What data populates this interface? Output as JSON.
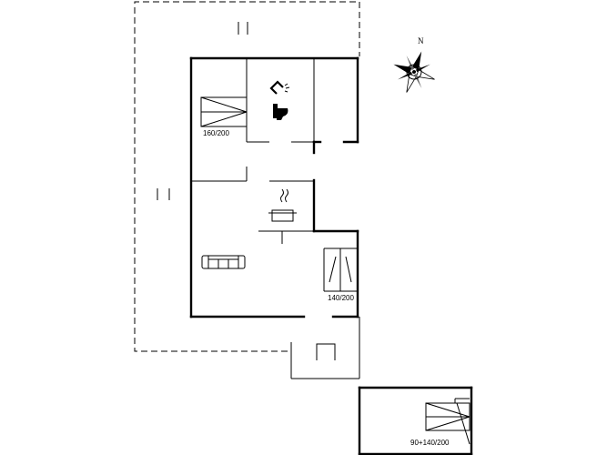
{
  "labels": {
    "bed_room_1": "160/200",
    "bed_room_2": "140/200",
    "bed_annex": "90+140/200"
  },
  "compass": {
    "north": "N"
  },
  "icons": [
    "double-bed-icon",
    "shower-icon",
    "toilet-icon",
    "cooking-pot-icon",
    "sofa-icon",
    "compass-rose-icon"
  ]
}
